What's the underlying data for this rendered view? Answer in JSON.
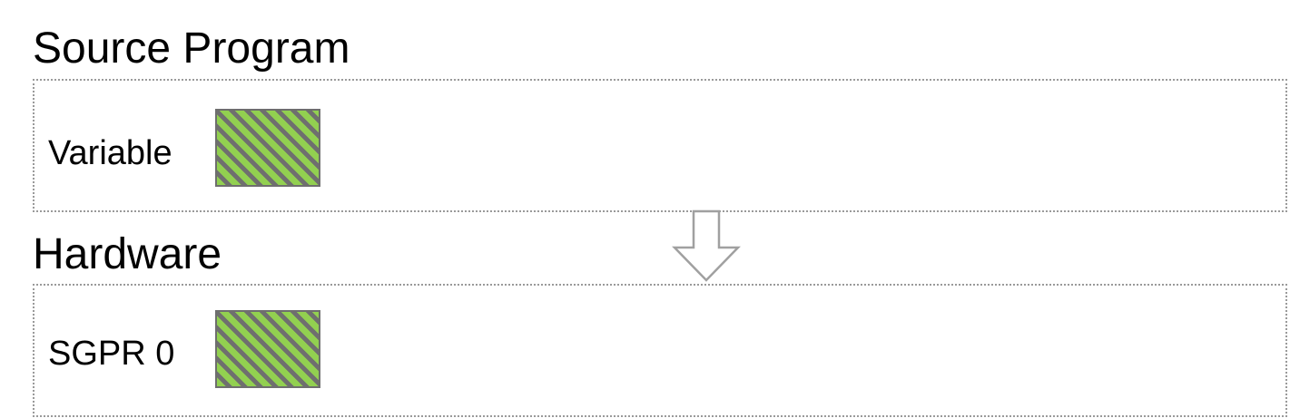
{
  "source": {
    "title": "Source Program",
    "item_label": "Variable"
  },
  "hardware": {
    "title": "Hardware",
    "item_label": "SGPR 0"
  },
  "colors": {
    "swatch_fill": "#92d050",
    "swatch_stripe": "#6f6f6f",
    "panel_border": "#9a9a9a",
    "arrow_stroke": "#a0a0a0"
  },
  "icons": {
    "flow_arrow": "down-arrow-icon",
    "swatch": "hatched-green-swatch"
  }
}
